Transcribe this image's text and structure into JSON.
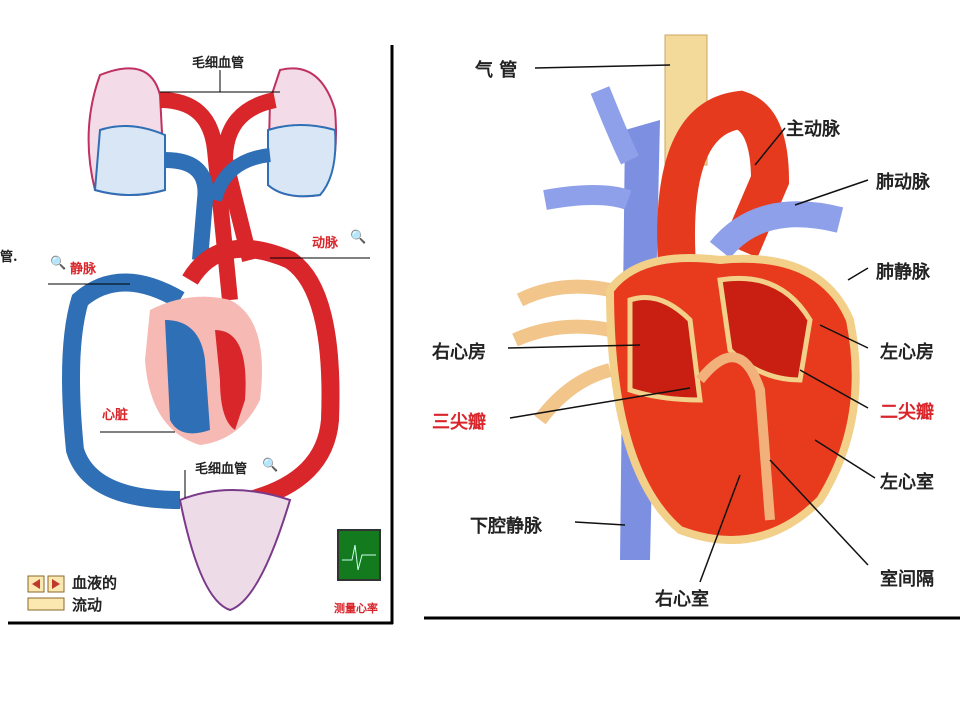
{
  "left_diagram": {
    "labels": {
      "capillary_top": "毛细血管",
      "cut_text": "管.",
      "vein": "静脉",
      "artery": "动脉",
      "heart": "心脏",
      "capillary_bottom": "毛细血管"
    },
    "nav_caption_line1": "血液的",
    "nav_caption_line2": "流动",
    "heart_rate_caption": "测量心率"
  },
  "right_diagram": {
    "labels": {
      "trachea": "气 管",
      "aorta": "主动脉",
      "pulmonary_artery": "肺动脉",
      "pulmonary_vein": "肺静脉",
      "right_atrium": "右心房",
      "left_atrium": "左心房",
      "tricuspid_valve": "三尖瓣",
      "mitral_valve": "二尖瓣",
      "left_ventricle": "左心室",
      "inferior_vena_cava": "下腔静脉",
      "right_ventricle": "右心室",
      "septum": "室间隔"
    }
  },
  "colors": {
    "vein": "#2f6fb5",
    "artery": "#d8262b",
    "heart_wall": "#f6b9b4",
    "valve_label": "#d8262b"
  }
}
